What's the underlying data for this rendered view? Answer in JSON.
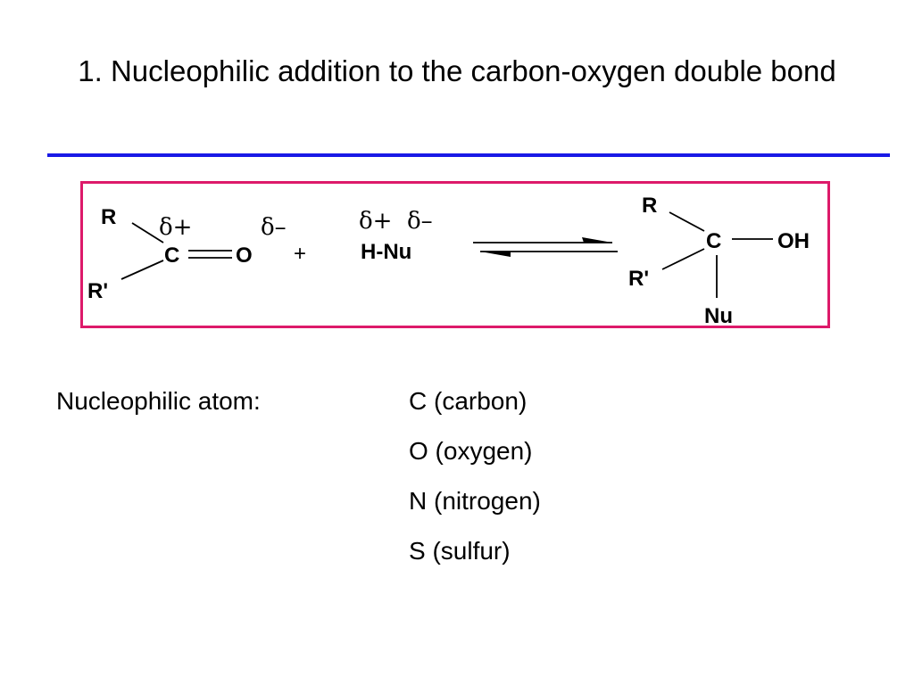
{
  "slide": {
    "title": "1.  Nucleophilic addition to the carbon-oxygen double bond",
    "colors": {
      "rule": "#1a1ae6",
      "box_border": "#dd1a6a"
    }
  },
  "reaction": {
    "reactant1": {
      "substituent_top": "R",
      "substituent_bottom": "R'",
      "carbon": "C",
      "oxygen": "O",
      "carbon_partial_charge": "δ+",
      "oxygen_partial_charge": "δ–"
    },
    "plus_sign": "+",
    "reactant2": {
      "formula": "H-Nu",
      "h_partial_charge": "δ+",
      "nu_partial_charge": "δ–"
    },
    "product": {
      "substituent_top": "R",
      "substituent_bottom": "R'",
      "carbon": "C",
      "hydroxyl": "OH",
      "nucleophile": "Nu"
    }
  },
  "nucleophilic_atoms": {
    "label": "Nucleophilic atom:",
    "items": [
      "C (carbon)",
      "O (oxygen)",
      "N (nitrogen)",
      "S (sulfur)"
    ]
  }
}
